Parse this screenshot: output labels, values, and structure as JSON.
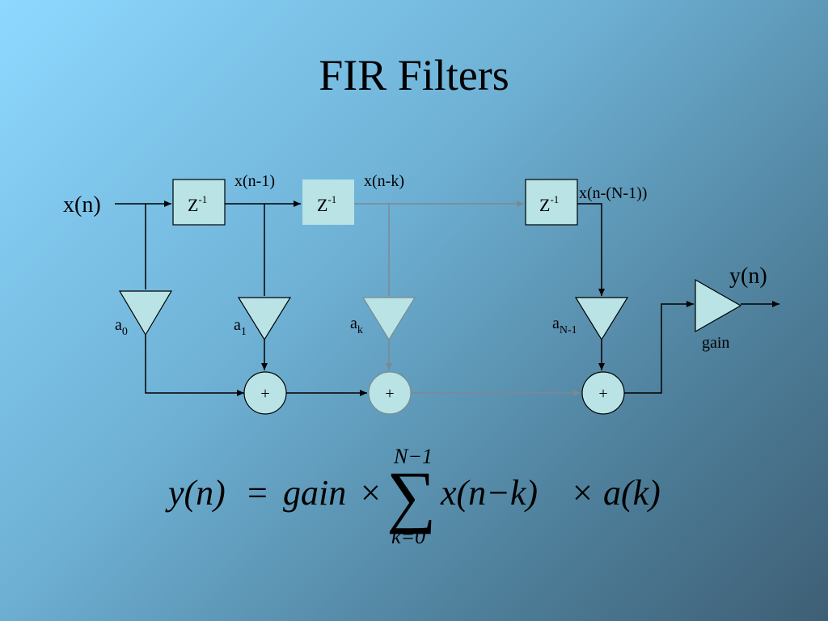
{
  "title": "FIR Filters",
  "diagram": {
    "input_label": "x(n)",
    "output_label": "y(n)",
    "delay_label": "Z",
    "delay_exp": "-1",
    "tap_labels": [
      "x(n-1)",
      "x(n-k)",
      "x(n-(N-1))"
    ],
    "coef_base": "a",
    "coef_subs": [
      "0",
      "1",
      "k",
      "N-1"
    ],
    "adder_symbol": "+",
    "gain_label": "gain"
  },
  "formula": {
    "lhs": "y(n)",
    "eq": "=",
    "gain": "gain",
    "times": "×",
    "sum_upper": "N−1",
    "sum_lower": "k=0",
    "term": "x(n−k)",
    "coef": "a(k)"
  },
  "colors": {
    "block_fill": "#b9e3e5",
    "line_dark": "#000000",
    "line_gray": "#7a8a92"
  }
}
